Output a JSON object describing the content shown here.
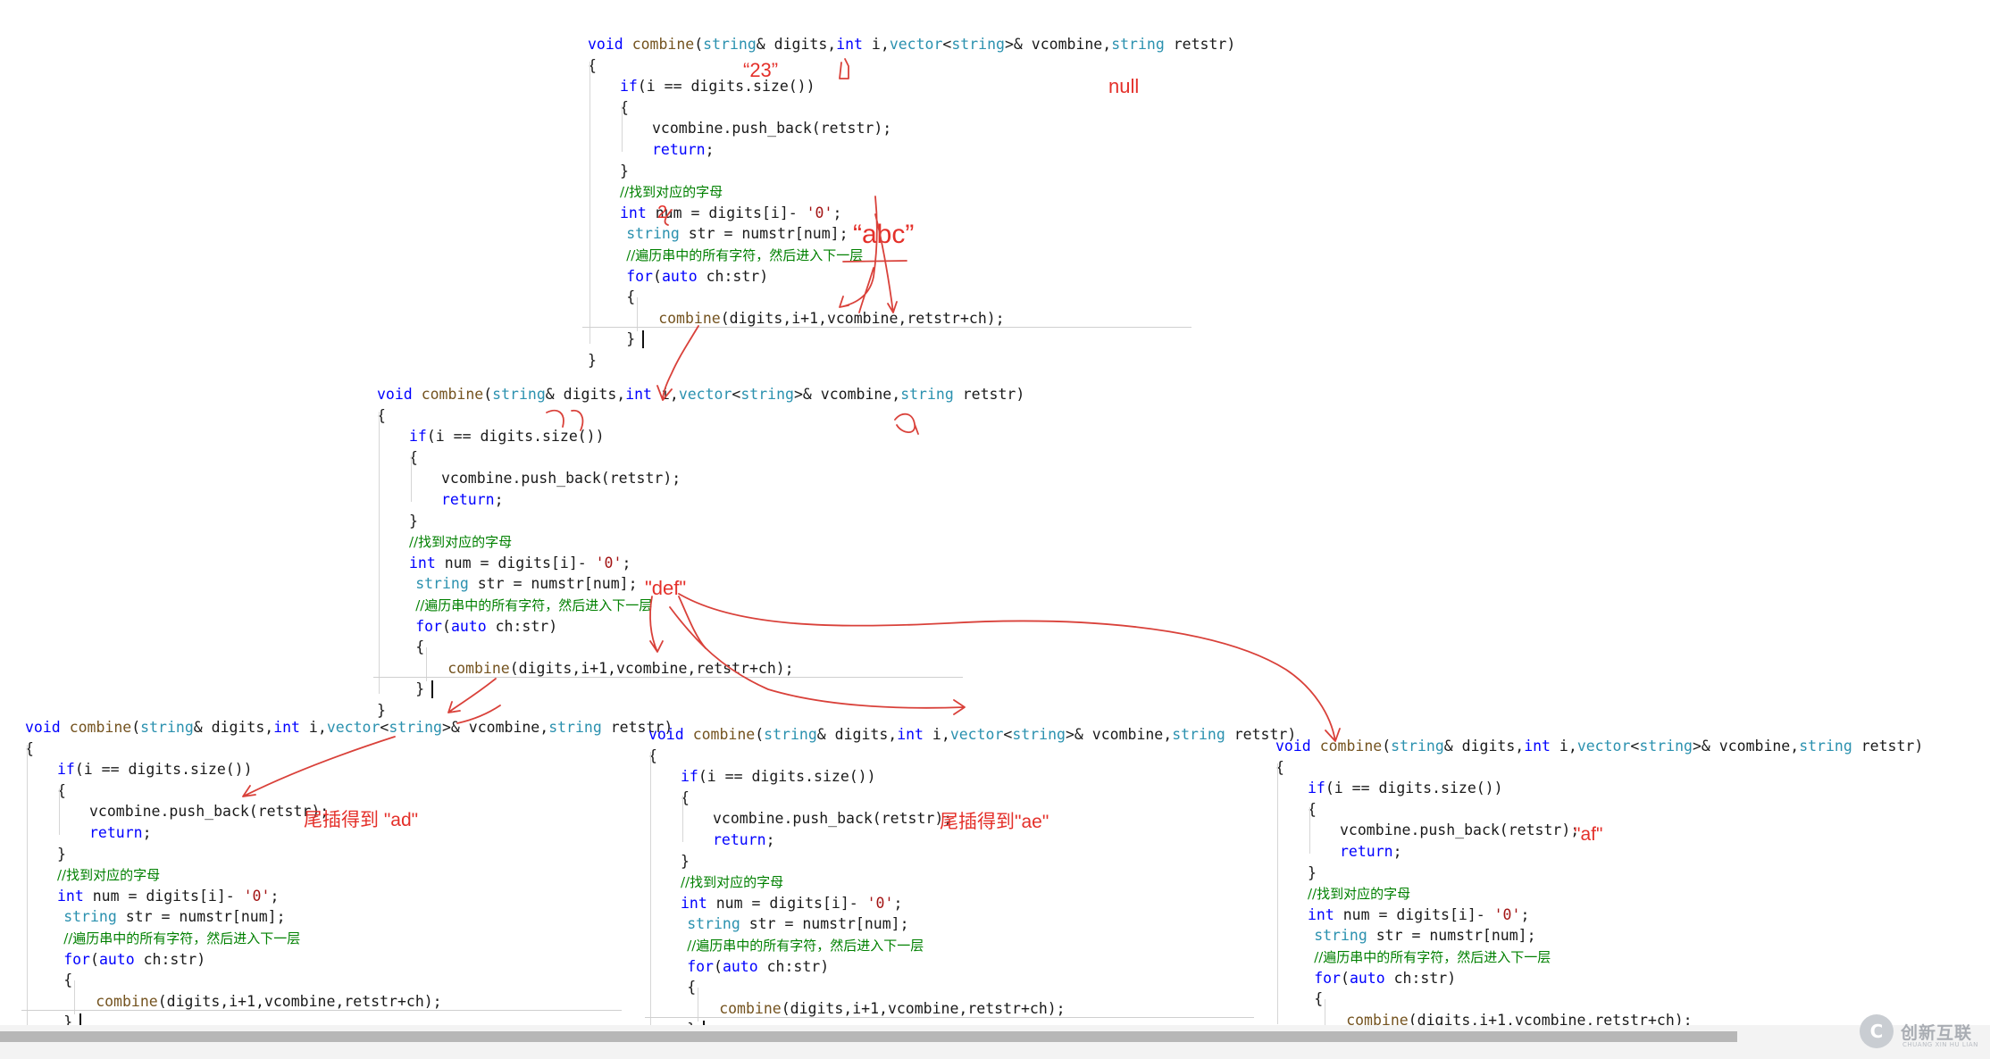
{
  "code_lines": [
    "void combine(string& digits,int i,vector<string>& vcombine,string retstr)",
    "{",
    "if(i == digits.size())",
    "{",
    "vcombine.push_back(retstr);",
    "return;",
    "}",
    "//找到对应的字母",
    "int num = digits[i]- '0';",
    "string str = numstr[num];",
    "//遍历串中的所有字符，然后进入下一层",
    "for(auto ch:str)",
    "{",
    "combine(digits,i+1,vcombine,retstr+ch);",
    "}",
    "}"
  ],
  "annotations": {
    "arg_23": "“23”",
    "num_2": "2",
    "str_abc": "“abc”",
    "retstr_null": "null",
    "str_def": "\"def\"",
    "result_ad": "尾插得到  \"ad\"",
    "result_ae": "尾插得到\"ae\"",
    "result_af": "\"af\""
  },
  "watermark": {
    "logo_letter": "C",
    "brand": "创新互联",
    "sub": "CHUANG XIN HU LIAN"
  },
  "colors": {
    "keyword": "#0000ff",
    "function": "#74531f",
    "type": "#2b91af",
    "comment": "#008000",
    "char_literal": "#a31515",
    "annotation_red": "#e4302a"
  }
}
